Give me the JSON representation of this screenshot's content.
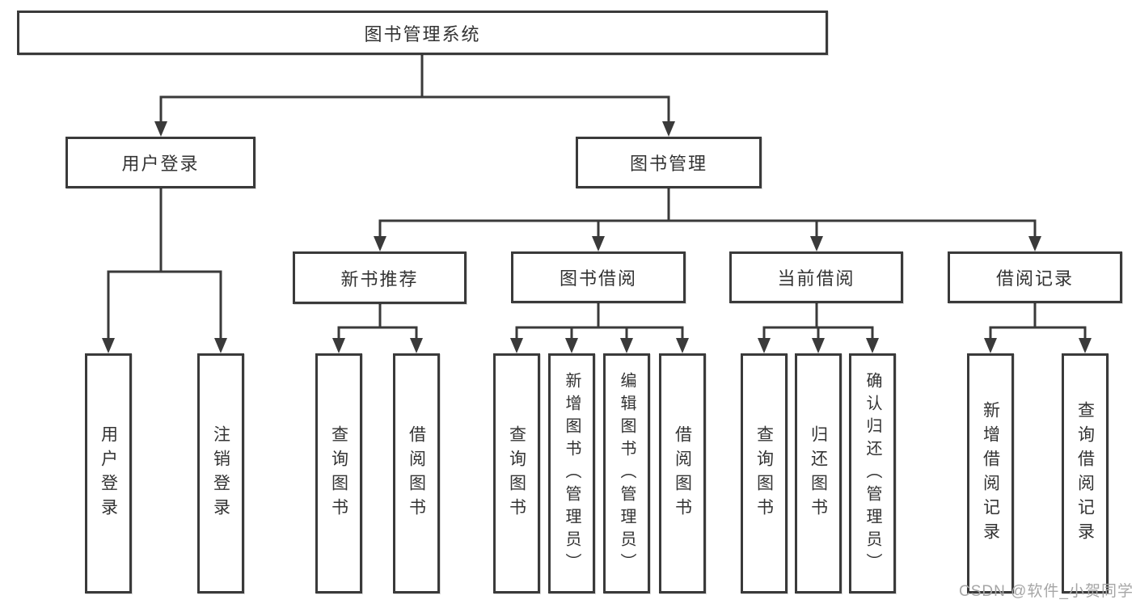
{
  "diagram": {
    "title": "图书管理系统",
    "watermark": "CSDN @软件_小贺同学",
    "colors": {
      "line": "#3a3a3a",
      "border": "#3a3a3a",
      "text": "#333333",
      "watermark_text": "#a6a6a6",
      "background": "#ffffff"
    }
  },
  "nodes": {
    "root": {
      "label": "图书管理系统"
    },
    "level2": [
      {
        "id": "user-login",
        "label": "用户登录"
      },
      {
        "id": "book-management",
        "label": "图书管理"
      }
    ],
    "level3": [
      {
        "id": "new-book-recommend",
        "label": "新书推荐",
        "parent": "图书管理"
      },
      {
        "id": "book-borrowing",
        "label": "图书借阅",
        "parent": "图书管理"
      },
      {
        "id": "current-borrowing",
        "label": "当前借阅",
        "parent": "图书管理"
      },
      {
        "id": "borrowing-records",
        "label": "借阅记录",
        "parent": "图书管理"
      }
    ],
    "leaves": [
      {
        "id": "user-login-action",
        "label": "用户登录",
        "parent": "用户登录"
      },
      {
        "id": "logout-action",
        "label": "注销登录",
        "parent": "用户登录"
      },
      {
        "id": "query-books-recommend",
        "label": "查询图书",
        "parent": "新书推荐"
      },
      {
        "id": "borrow-books-recommend",
        "label": "借阅图书",
        "parent": "新书推荐"
      },
      {
        "id": "query-books-borrowing",
        "label": "查询图书",
        "parent": "图书借阅"
      },
      {
        "id": "add-books-admin",
        "label": "新增图书（管理员）",
        "parent": "图书借阅"
      },
      {
        "id": "edit-books-admin",
        "label": "编辑图书（管理员）",
        "parent": "图书借阅"
      },
      {
        "id": "borrow-books-borrowing",
        "label": "借阅图书",
        "parent": "图书借阅"
      },
      {
        "id": "query-books-current",
        "label": "查询图书",
        "parent": "当前借阅"
      },
      {
        "id": "return-books",
        "label": "归还图书",
        "parent": "当前借阅"
      },
      {
        "id": "confirm-return-admin",
        "label": "确认归还（管理员）",
        "parent": "当前借阅"
      },
      {
        "id": "add-borrow-record",
        "label": "新增借阅记录",
        "parent": "借阅记录"
      },
      {
        "id": "query-borrow-record",
        "label": "查询借阅记录",
        "parent": "借阅记录"
      }
    ]
  }
}
